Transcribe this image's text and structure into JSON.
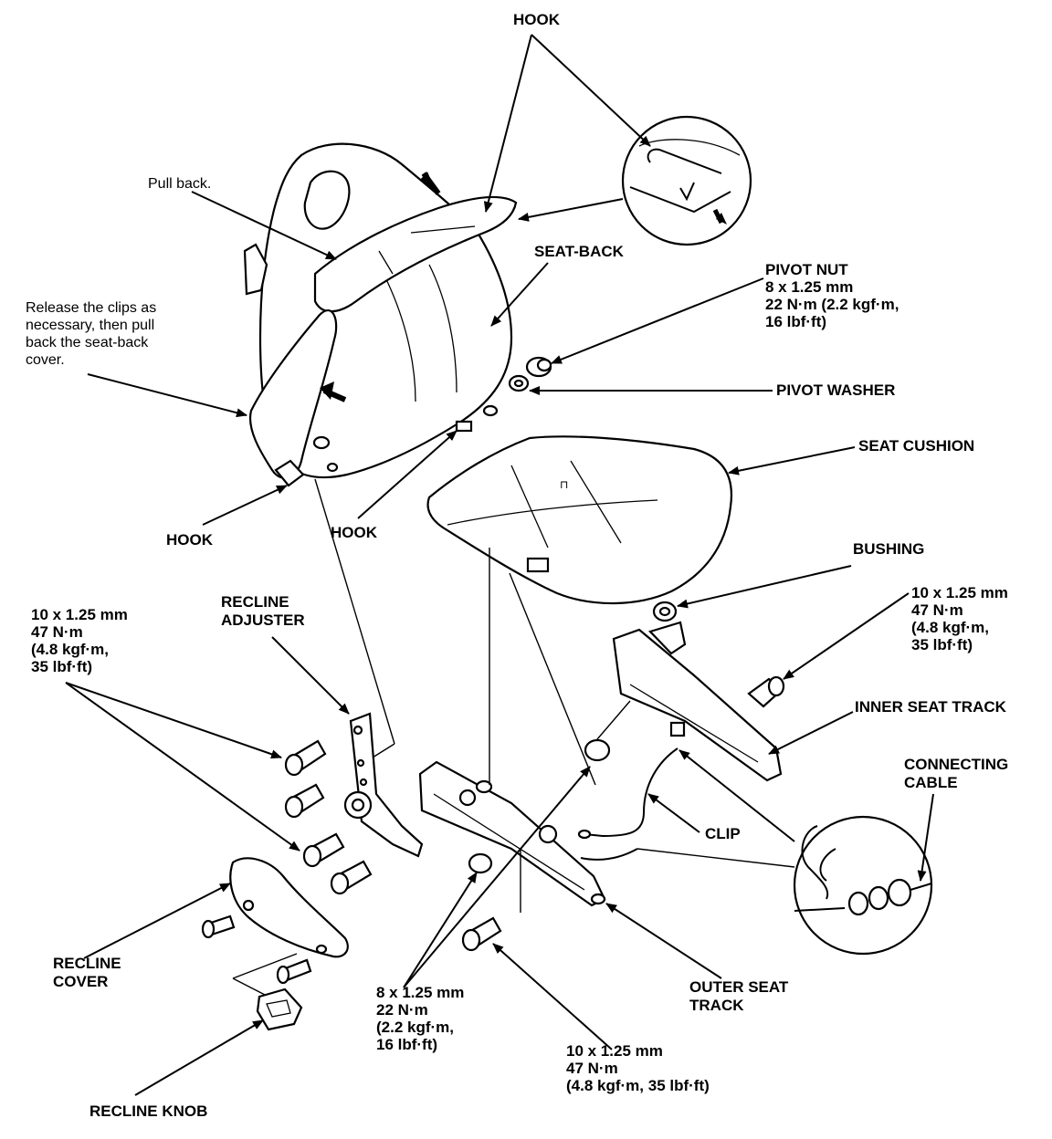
{
  "labels": {
    "hook_top": "HOOK",
    "pull_back": "Pull back.",
    "seat_back": "SEAT-BACK",
    "pivot_nut": "PIVOT NUT\n8 x 1.25 mm\n22 N·m (2.2 kgf·m,\n16 lbf·ft)",
    "release_clips": "Release the clips as\nnecessary, then pull\nback the seat-back\ncover.",
    "pivot_washer": "PIVOT WASHER",
    "seat_cushion": "SEAT CUSHION",
    "hook_left": "HOOK",
    "hook_mid": "HOOK",
    "bushing": "BUSHING",
    "recline_adjuster": "RECLINE\nADJUSTER",
    "bolt_left": "10 x 1.25 mm\n47 N·m\n(4.8 kgf·m,\n35 lbf·ft)",
    "bolt_right": "10 x 1.25 mm\n47 N·m\n(4.8 kgf·m,\n35 lbf·ft)",
    "inner_seat_track": "INNER SEAT TRACK",
    "connecting_cable": "CONNECTING\nCABLE",
    "clip": "CLIP",
    "recline_cover": "RECLINE\nCOVER",
    "outer_seat_track": "OUTER SEAT\nTRACK",
    "bolt_mid": "8 x 1.25 mm\n22 N·m\n(2.2 kgf·m,\n16 lbf·ft)",
    "bolt_bottom": "10 x 1.25 mm\n47 N·m\n(4.8 kgf·m, 35 lbf·ft)",
    "recline_knob": "RECLINE KNOB"
  },
  "colors": {
    "ink": "#000000",
    "paper": "#ffffff"
  }
}
